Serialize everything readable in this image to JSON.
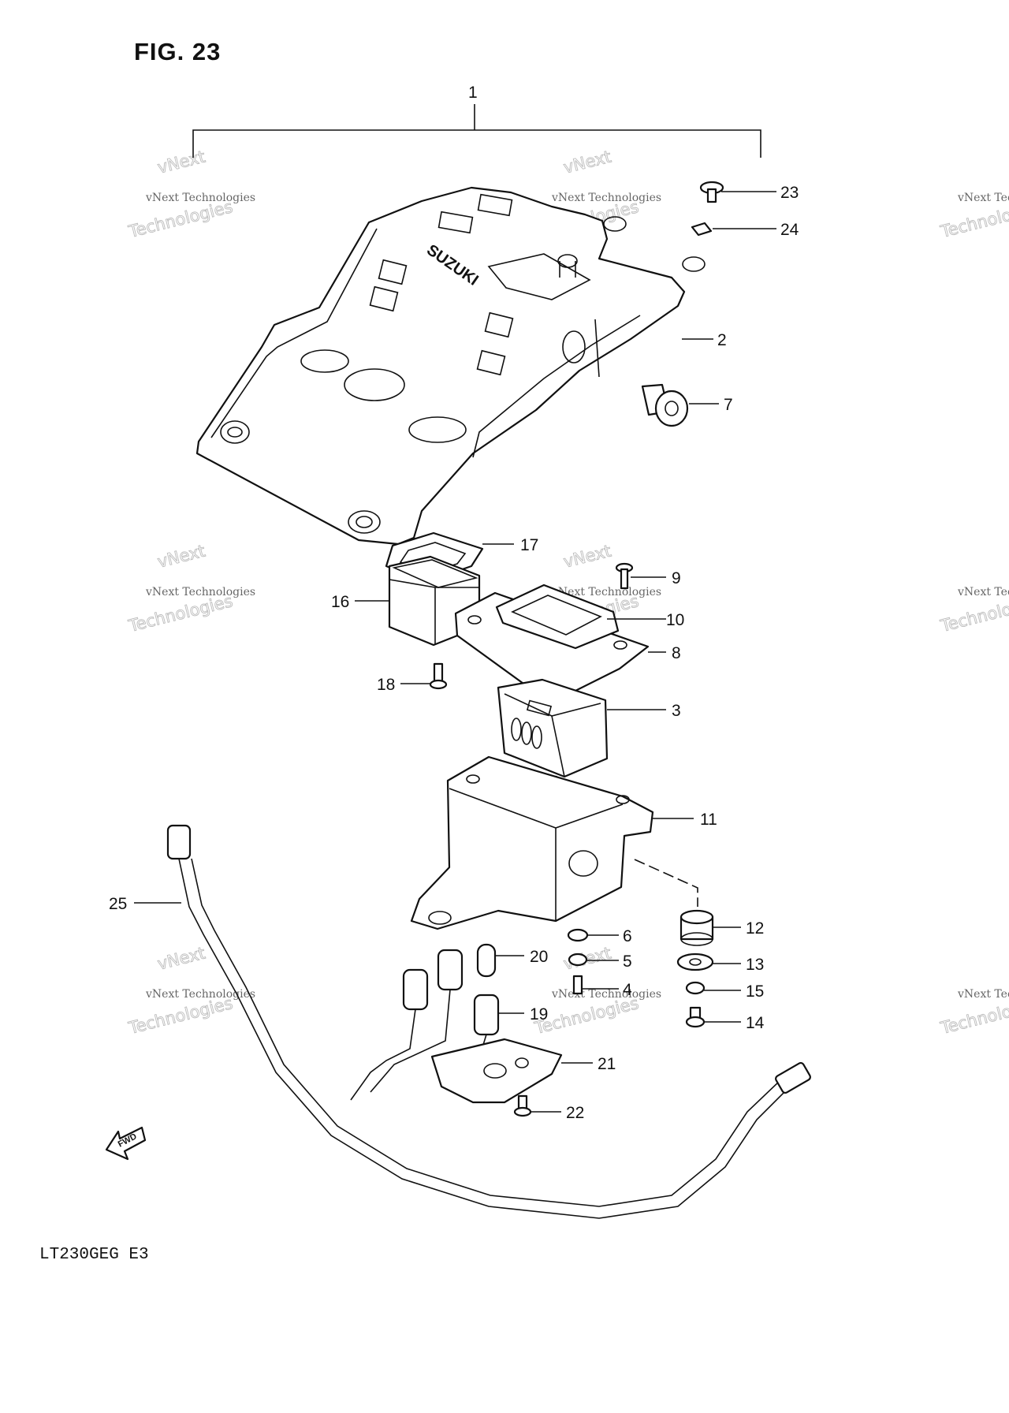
{
  "figure": {
    "title": "FIG. 23",
    "model_code": "LT230GEG  E3",
    "fwd_arrow_label": "FWD",
    "cover_emblem": "SUZUKI"
  },
  "watermark": {
    "line1": "vNext Technologies",
    "line2": "vNext",
    "line3": "Technologies"
  },
  "callouts": [
    {
      "id": "1",
      "text": "1"
    },
    {
      "id": "2",
      "text": "2"
    },
    {
      "id": "3",
      "text": "3"
    },
    {
      "id": "4",
      "text": "4"
    },
    {
      "id": "5",
      "text": "5"
    },
    {
      "id": "6",
      "text": "6"
    },
    {
      "id": "7",
      "text": "7"
    },
    {
      "id": "8",
      "text": "8"
    },
    {
      "id": "9",
      "text": "9"
    },
    {
      "id": "10",
      "text": "10"
    },
    {
      "id": "11",
      "text": "11"
    },
    {
      "id": "12",
      "text": "12"
    },
    {
      "id": "13",
      "text": "13"
    },
    {
      "id": "14",
      "text": "14"
    },
    {
      "id": "15",
      "text": "15"
    },
    {
      "id": "16",
      "text": "16"
    },
    {
      "id": "17",
      "text": "17"
    },
    {
      "id": "18",
      "text": "18"
    },
    {
      "id": "19",
      "text": "19"
    },
    {
      "id": "20",
      "text": "20"
    },
    {
      "id": "21",
      "text": "21"
    },
    {
      "id": "22",
      "text": "22"
    },
    {
      "id": "23",
      "text": "23"
    },
    {
      "id": "24",
      "text": "24"
    },
    {
      "id": "25",
      "text": "25"
    }
  ]
}
